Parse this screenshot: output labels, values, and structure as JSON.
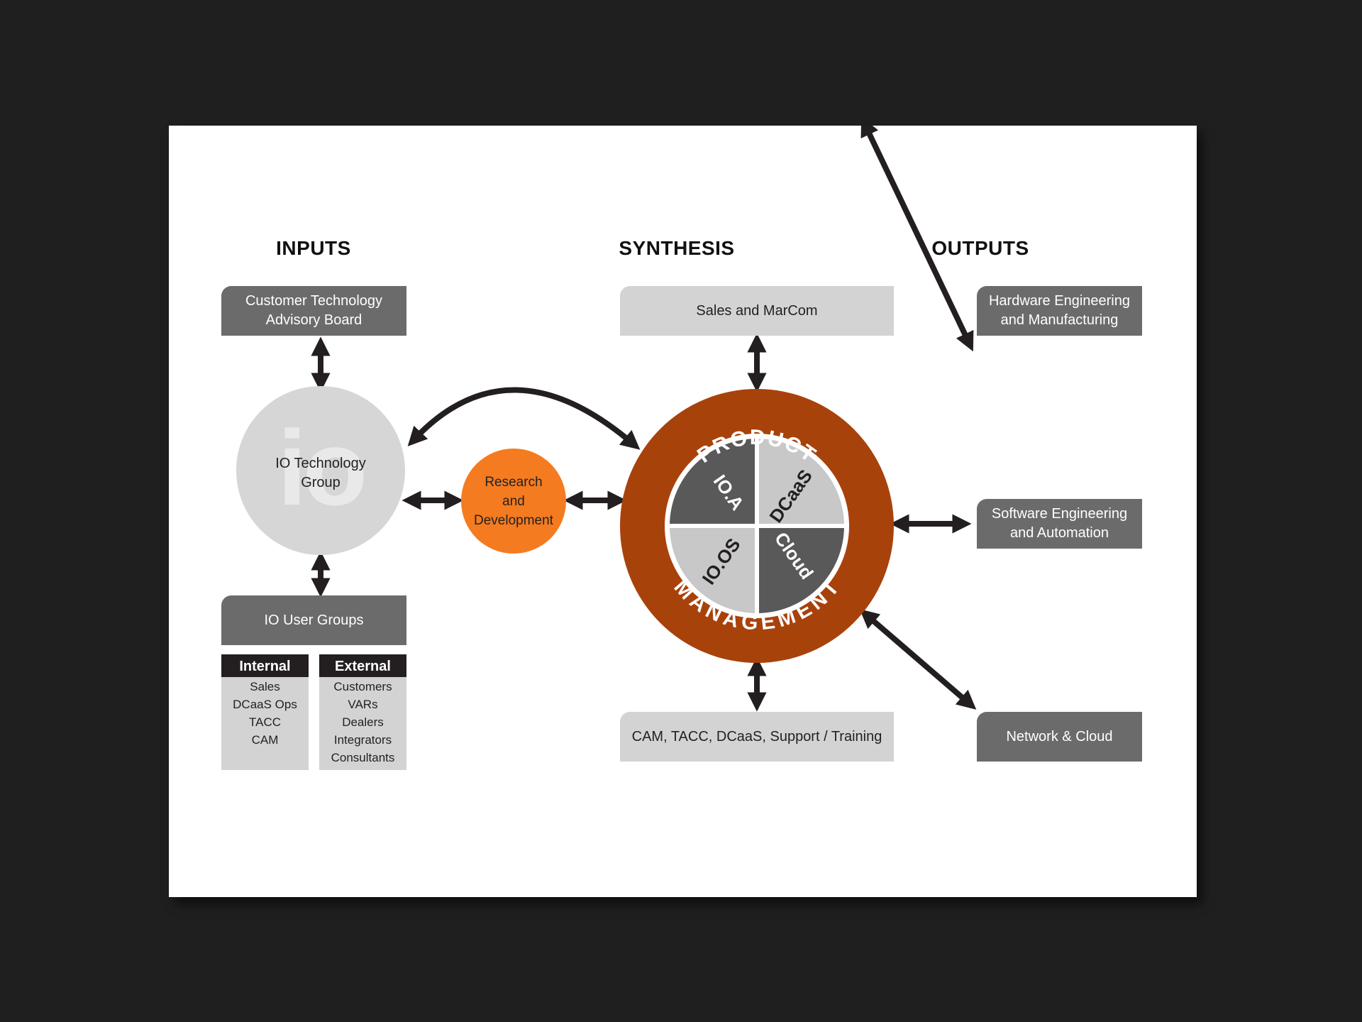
{
  "headings": {
    "inputs": "INPUTS",
    "synthesis": "SYNTHESIS",
    "outputs": "OUTPUTS"
  },
  "inputs": {
    "advisory_board": "Customer Technology\nAdvisory Board",
    "technology_group": "IO Technology\nGroup",
    "logo_text": "io",
    "user_groups": "IO User Groups",
    "internal": {
      "title": "Internal",
      "items": [
        "Sales",
        "DCaaS Ops",
        "TACC",
        "CAM"
      ]
    },
    "external": {
      "title": "External",
      "items": [
        "Customers",
        "VARs",
        "Dealers",
        "Integrators",
        "Consultants"
      ]
    }
  },
  "research": "Research\nand\nDevelopment",
  "synthesis": {
    "top": "Sales and MarCom",
    "bottom": "CAM, TACC, DCaaS, Support / Training",
    "ring_top": "PRODUCT",
    "ring_bottom": "MANAGEMENT",
    "quadrants": [
      "IO.A",
      "DCaaS",
      "IO.OS",
      "Cloud"
    ]
  },
  "outputs": {
    "hardware": "Hardware Engineering\nand Manufacturing",
    "software": "Software Engineering\nand Automation",
    "network": "Network & Cloud"
  },
  "colors": {
    "ring": "#a8420b",
    "orange": "#f47b20",
    "dark_box": "#6b6b6b",
    "light_box": "#d3d3d3",
    "quad_dark": "#595959",
    "quad_light": "#c8c8c8",
    "arrow": "#231f20"
  }
}
